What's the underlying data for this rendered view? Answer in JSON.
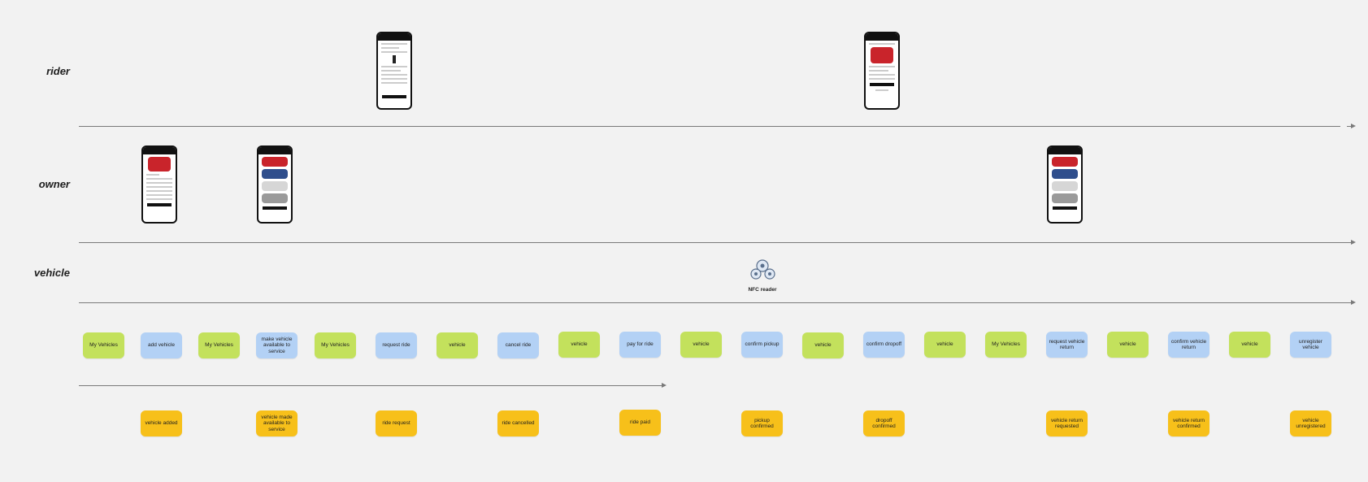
{
  "lanes": {
    "rider": "rider",
    "owner": "owner",
    "vehicle": "vehicle"
  },
  "nfc_label": "NFC reader",
  "stickies": {
    "s1": "My Vehicles",
    "s2": "add vehicle",
    "s3": "My Vehicles",
    "s4": "make vehicle available to service",
    "s5": "My Vehicles",
    "s6": "request ride",
    "s7": "vehicle",
    "s8": "cancel ride",
    "s9": "vehicle",
    "s10": "pay for ride",
    "s11": "vehicle",
    "s12": "confirm pickup",
    "s13": "vehicle",
    "s14": "confirm dropoff",
    "s15": "vehicle",
    "s16": "My Vehicles",
    "s17": "request vehicle return",
    "s18": "vehicle",
    "s19": "confirm vehicle return",
    "s20": "vehicle",
    "s21": "unregister vehicle"
  },
  "events": {
    "e1": "vehicle added",
    "e2": "vehicle made available to service",
    "e3": "ride request",
    "e4": "ride cancelled",
    "e5": "ride paid",
    "e6": "pickup confirmed",
    "e7": "dropoff confirmed",
    "e8": "vehicle return requested",
    "e9": "vehicle return confirmed",
    "e10": "vehicle unregistered"
  },
  "colors": {
    "view_sticky": "#c3e15c",
    "command_sticky": "#b3d1f5",
    "event_sticky": "#f7c01a",
    "background": "#f2f2f2"
  },
  "icons": [
    "phone-screen-icon",
    "car-icon",
    "nfc-reader-icon",
    "arrow-icon"
  ]
}
